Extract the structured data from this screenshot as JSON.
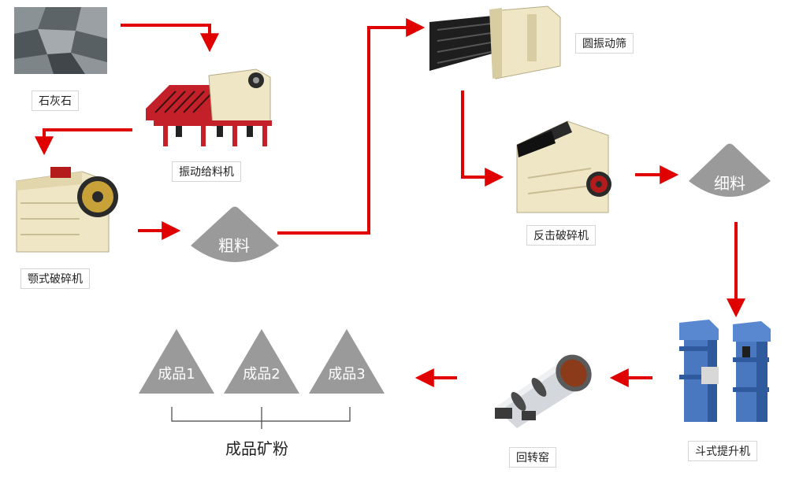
{
  "stages": {
    "limestone": "石灰石",
    "vibrating_feeder": "振动给料机",
    "jaw_crusher": "颚式破碎机",
    "coarse": "粗料",
    "circular_screen": "圆振动筛",
    "impact_crusher": "反击破碎机",
    "fine": "细料",
    "bucket_elevator": "斗式提升机",
    "rotary_kiln": "回转窑"
  },
  "products": {
    "items": [
      "成品1",
      "成品2",
      "成品3"
    ],
    "group_label": "成品矿粉"
  },
  "colors": {
    "arrow": "#e10000",
    "pile": "#9a9a9a",
    "machine_cream": "#efe6c6",
    "elevator_blue": "#4a78c0"
  }
}
